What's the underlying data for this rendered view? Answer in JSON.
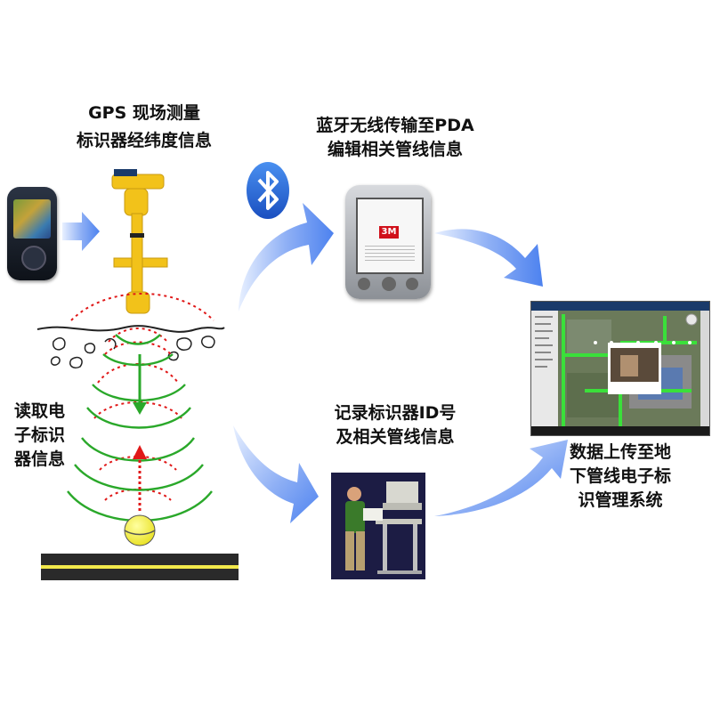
{
  "labels": {
    "gps_line1": "GPS 现场测量",
    "gps_line2": "标识器经纬度信息",
    "bt_line1": "蓝牙无线传输至PDA",
    "bt_line2": "编辑相关管线信息",
    "read_line1": "读取电",
    "read_line2": "子标识",
    "read_line3": "器信息",
    "record_line1": "记录标识器ID号",
    "record_line2": "及相关管线信息",
    "upload_line1": "数据上传至地",
    "upload_line2": "下管线电子标",
    "upload_line3": "识管理系统"
  },
  "pda_logo_text": "3M",
  "icons": [
    "bluetooth-icon",
    "gps-handheld-icon",
    "pipe-locator-icon",
    "pda-icon",
    "ball-marker-icon"
  ],
  "colors": {
    "arrow_blue": "#5b8ff0",
    "wave_green": "#2aa82a",
    "wave_red": "#e01818",
    "marker_yellow": "#f2ee3a",
    "locator_yellow": "#f2c21a",
    "bluetooth_blue": "#2a6ee0"
  }
}
